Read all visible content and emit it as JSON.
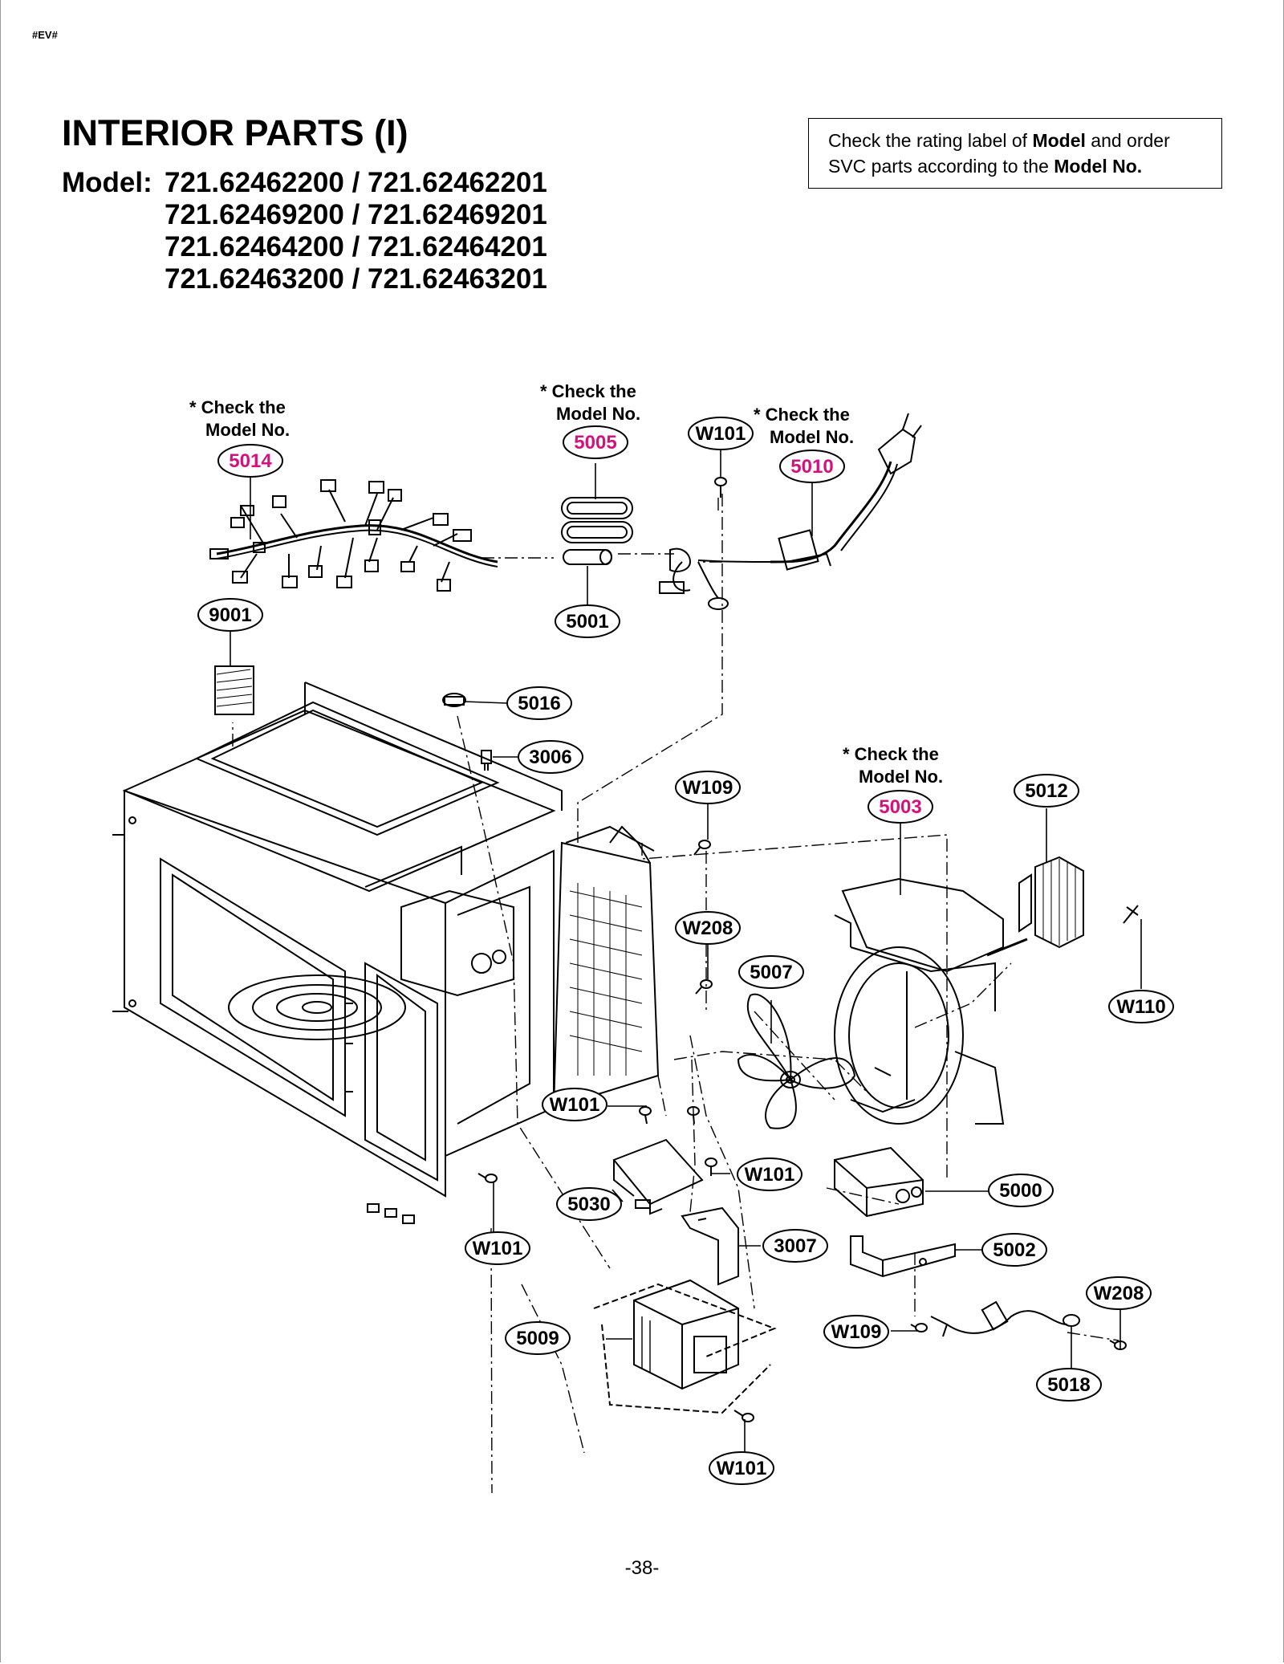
{
  "page_tag": "#EV#",
  "title": "INTERIOR PARTS (I)",
  "model_label": "Model:",
  "models": [
    "721.62462200 / 721.62462201",
    "721.62469200 / 721.62469201",
    "721.62464200 / 721.62464201",
    "721.62463200 / 721.62463201"
  ],
  "note": {
    "part1": "Check the rating label of ",
    "bold1": "Model",
    "part2": " and order",
    "part3": "SVC parts according to the ",
    "bold2": "Model No."
  },
  "check_note": {
    "line1": "* Check the",
    "line2": "Model No."
  },
  "callouts": {
    "c5014": "5014",
    "c5005": "5005",
    "c5010": "5010",
    "c5003": "5003",
    "c9001": "9001",
    "c5001": "5001",
    "c5016": "5016",
    "c3006": "3006",
    "c5012": "5012",
    "c5007": "5007",
    "c5000": "5000",
    "c5002": "5002",
    "c5030": "5030",
    "c3007": "3007",
    "c5009": "5009",
    "c5018": "5018",
    "w101_top": "W101",
    "w109_a": "W109",
    "w208_a": "W208",
    "w110": "W110",
    "w101_a": "W101",
    "w101_b": "W101",
    "w101_c": "W101",
    "w101_d": "W101",
    "w109_b": "W109",
    "w208_b": "W208"
  },
  "colors": {
    "highlight": "#d4127d",
    "ink": "#000000"
  },
  "page_number": "-38-"
}
